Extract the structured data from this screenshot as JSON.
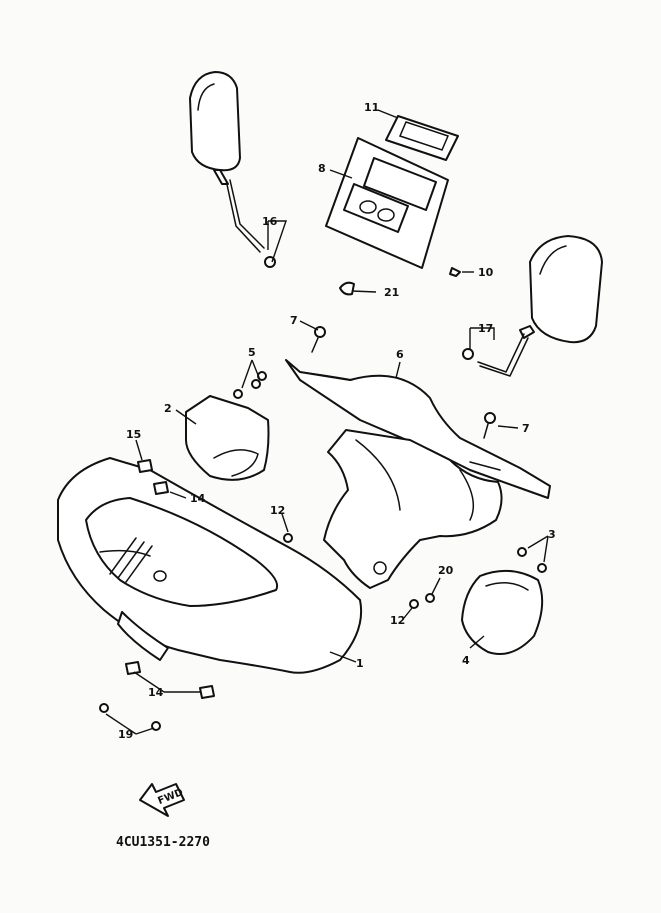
{
  "diagram": {
    "part_labels": {
      "p1": "1",
      "p2": "2",
      "p3": "3",
      "p4": "4",
      "p5": "5",
      "p6": "6",
      "p7a": "7",
      "p7b": "7",
      "p8": "8",
      "p10": "10",
      "p11": "11",
      "p12a": "12",
      "p12b": "12",
      "p14a": "14",
      "p14b": "14",
      "p15": "15",
      "p16": "16",
      "p17": "17",
      "p19": "19",
      "p20": "20",
      "p21": "21"
    },
    "fwd_label": "FWD",
    "drawing_code": "4CU1351-2270"
  }
}
